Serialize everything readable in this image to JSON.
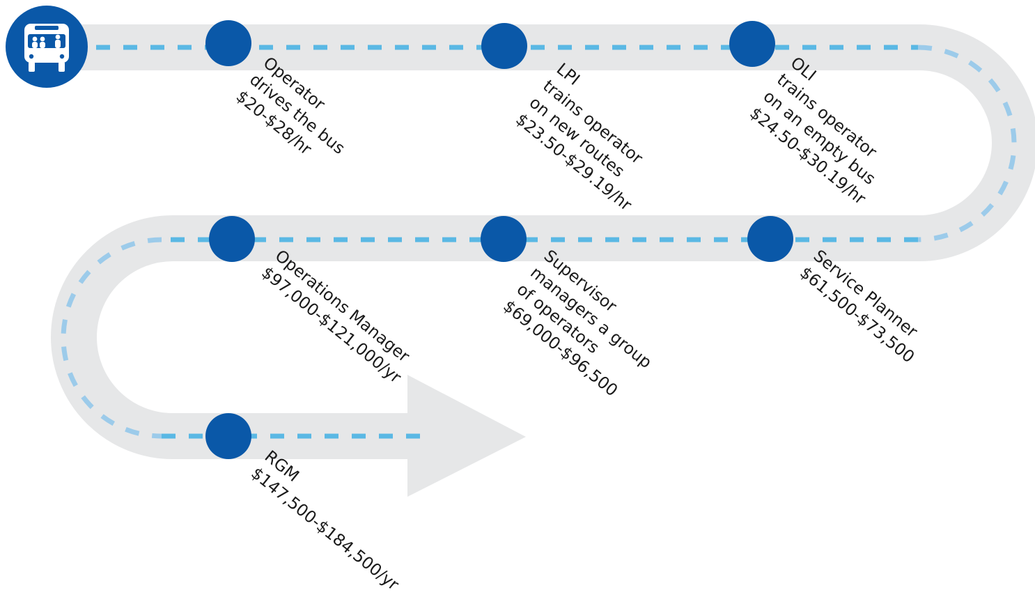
{
  "colors": {
    "road": "#e6e7e8",
    "lane_dash": "#5ab8e4",
    "lane_dash_curve": "#9ccbea",
    "stop": "#0a58a8",
    "icon_bg": "#0a58a8",
    "icon_fg": "#ffffff",
    "text": "#1a1a1a"
  },
  "start_icon": "bus-icon",
  "stops": [
    {
      "id": "operator",
      "lines": [
        "Operator",
        "drives the bus",
        "$20-$28/hr"
      ]
    },
    {
      "id": "lpi",
      "lines": [
        "LPI",
        "trains operator",
        "on new routes",
        "$23.50-$29.19/hr"
      ]
    },
    {
      "id": "oli",
      "lines": [
        "OLI",
        "trains operator",
        "on an empty bus",
        "$24.50-$30.19/hr"
      ]
    },
    {
      "id": "service-planner",
      "lines": [
        "Service Planner",
        "$61,500-$73,500"
      ]
    },
    {
      "id": "supervisor",
      "lines": [
        "Supervisor",
        "managers a group",
        "of operators",
        "$69,000-$96,500"
      ]
    },
    {
      "id": "operations-manager",
      "lines": [
        "Operations Manager",
        "$97,000-$121,000/yr"
      ]
    },
    {
      "id": "rgm",
      "lines": [
        "RGM",
        "$147,500-$184,500/yr"
      ]
    }
  ]
}
